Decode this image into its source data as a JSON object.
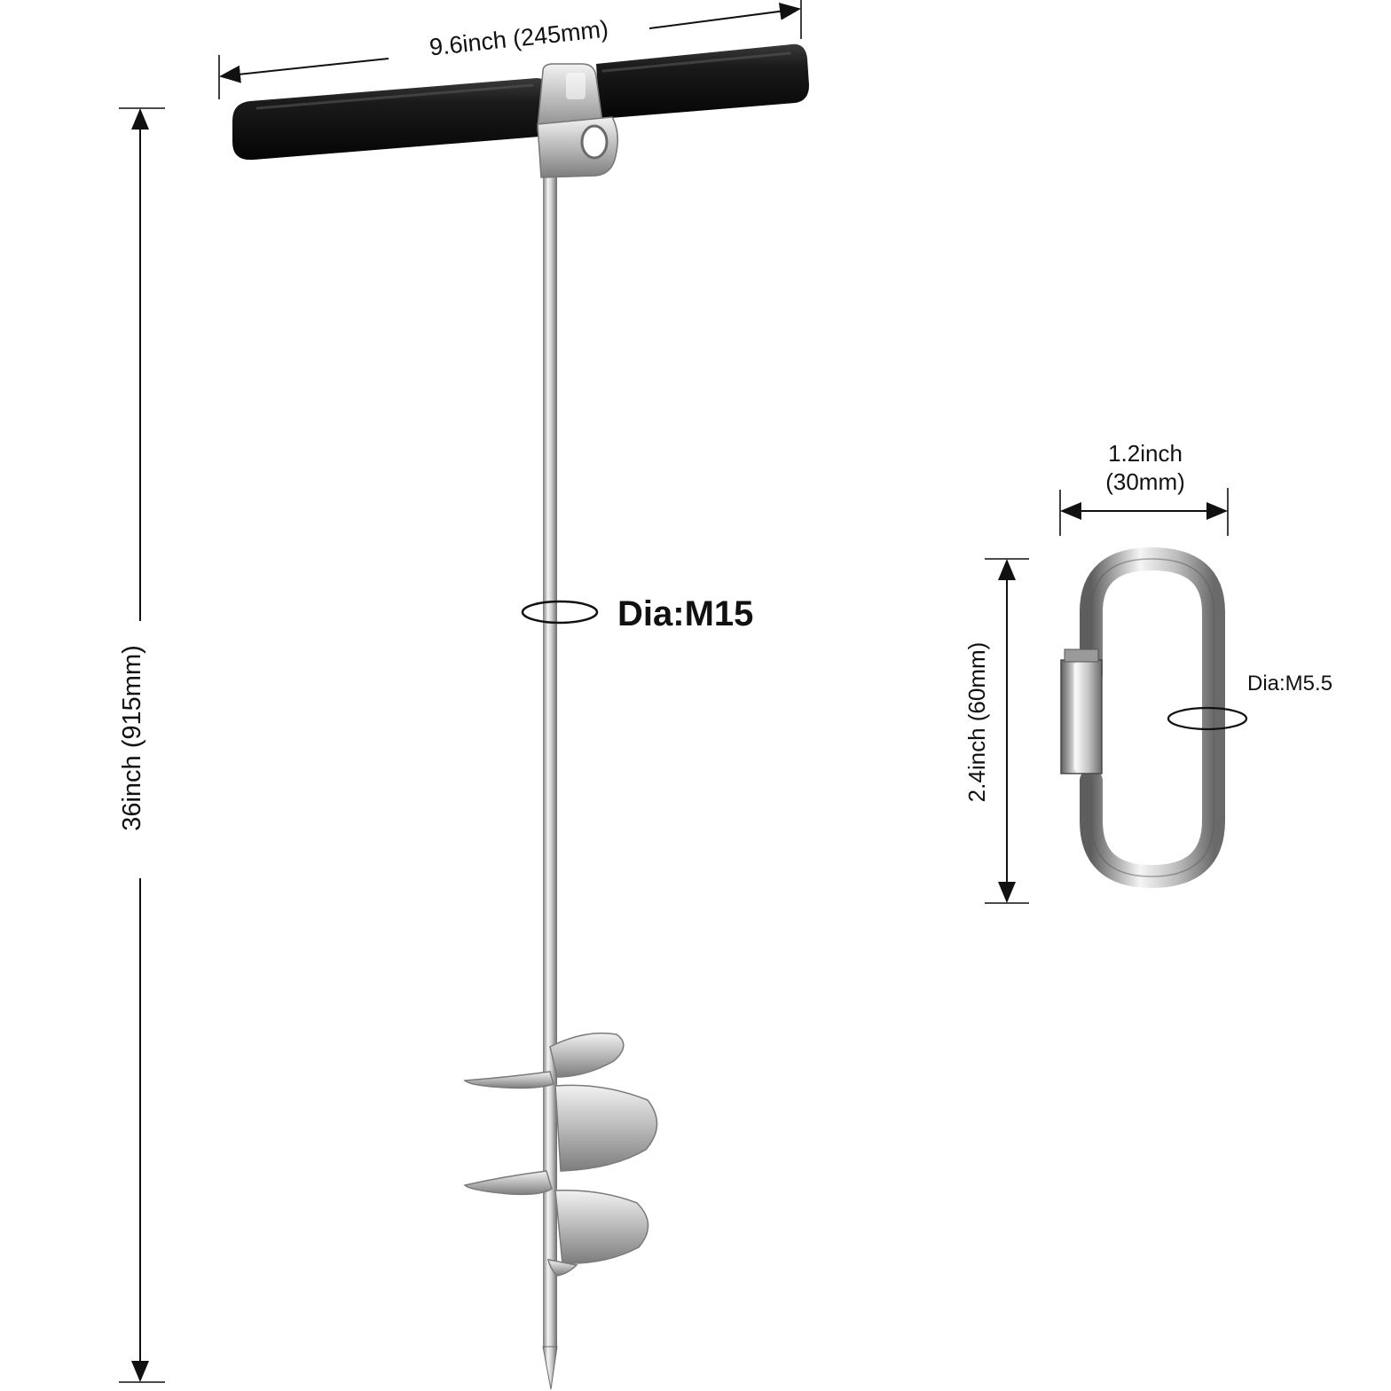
{
  "auger": {
    "handle_width_label": "9.6inch (245mm)",
    "total_length_label": "36inch (915mm)",
    "rod_diameter_label": "Dia:M15"
  },
  "quick_link": {
    "width_label_line1": "1.2inch",
    "width_label_line2": "(30mm)",
    "height_label": "2.4inch (60mm)",
    "wire_diameter_label": "Dia:M5.5"
  },
  "colors": {
    "handle": "#111111",
    "steel_light": "#e8e8e8",
    "steel_mid": "#b5b5b5",
    "steel_dark": "#6e6e6e",
    "dimension_lines": "#111111"
  }
}
